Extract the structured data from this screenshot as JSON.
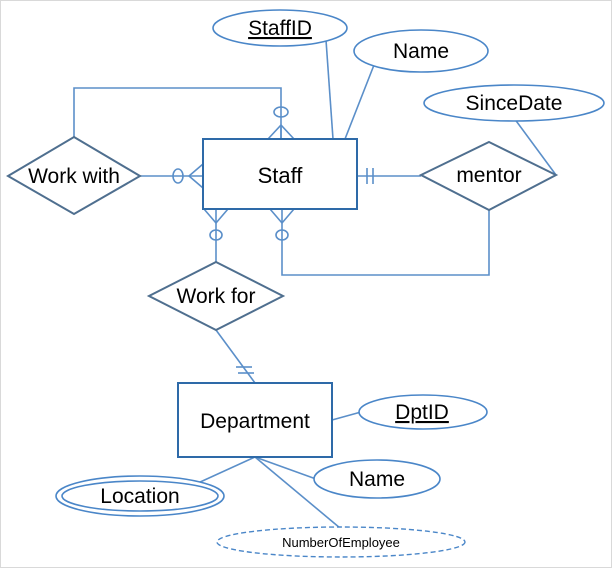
{
  "colors": {
    "line": "#5b8fc9",
    "entity_border": "#2e6aa8",
    "relationship_border": "#4f6f8f",
    "attribute_border": "#4a86c8",
    "text": "#000000",
    "background": "#ffffff"
  },
  "entities": {
    "staff": "Staff",
    "department": "Department"
  },
  "relationships": {
    "work_with": "Work with",
    "work_for": "Work for",
    "mentor": "mentor"
  },
  "attributes": {
    "staff_id": "StaffID",
    "staff_name": "Name",
    "since_date": "SinceDate",
    "dpt_id": "DptID",
    "dept_name": "Name",
    "location": "Location",
    "number_of_employee": "NumberOfEmployee"
  }
}
